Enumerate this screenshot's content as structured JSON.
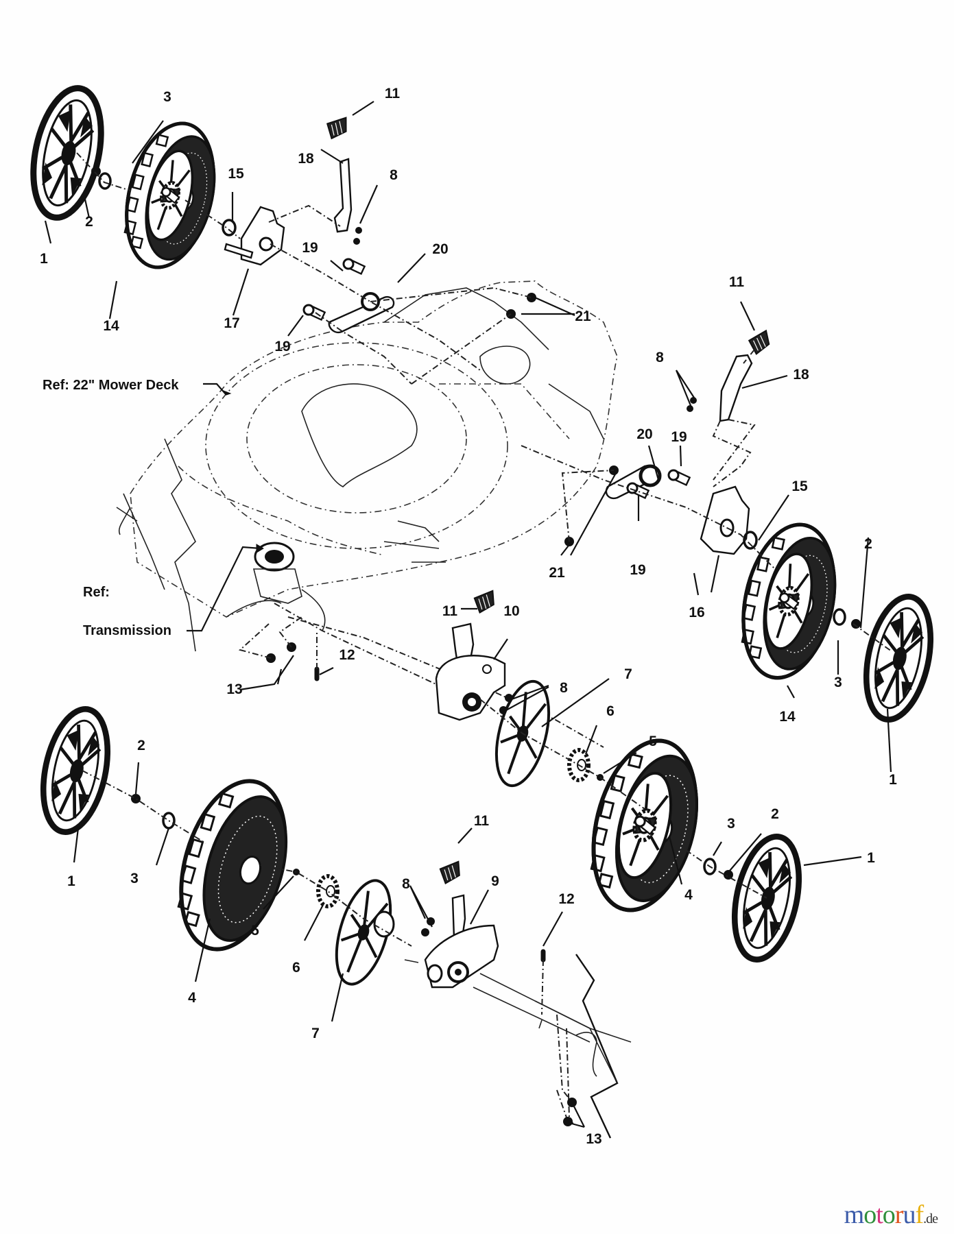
{
  "diagram": {
    "title": "Wheels & Height Adjusters exploded view",
    "references": {
      "mower_deck": "Ref: 22\" Mower Deck",
      "transmission_line1": "Ref:",
      "transmission_line2": "Transmission"
    },
    "callouts": {
      "c1a": "1",
      "c1b": "1",
      "c1c": "1",
      "c1d": "1",
      "c2a": "2",
      "c2b": "2",
      "c2c": "2",
      "c2d": "2",
      "c3a": "3",
      "c3b": "3",
      "c3c": "3",
      "c3d": "3",
      "c4a": "4",
      "c4b": "4",
      "c5a": "5",
      "c5b": "5",
      "c6a": "6",
      "c6b": "6",
      "c7a": "7",
      "c7b": "7",
      "c8a": "8",
      "c8b": "8",
      "c8c": "8",
      "c8d": "8",
      "c9": "9",
      "c10": "10",
      "c11a": "11",
      "c11b": "11",
      "c11c": "11",
      "c11d": "11",
      "c12a": "12",
      "c12b": "12",
      "c13a": "13",
      "c13b": "13",
      "c14a": "14",
      "c14b": "14",
      "c15a": "15",
      "c15b": "15",
      "c16": "16",
      "c17": "17",
      "c18a": "18",
      "c18b": "18",
      "c19a": "19",
      "c19b": "19",
      "c19c": "19",
      "c19d": "19",
      "c20a": "20",
      "c20b": "20",
      "c21a": "21",
      "c21b": "21"
    }
  },
  "watermark": {
    "letters": [
      "m",
      "o",
      "t",
      "o",
      "r",
      "u",
      "f"
    ],
    "colors": [
      "#3b5ba9",
      "#2f8f3a",
      "#d6337e",
      "#2f8f3a",
      "#e0541e",
      "#3b5ba9",
      "#e8b00f"
    ],
    "tld": ".de"
  }
}
